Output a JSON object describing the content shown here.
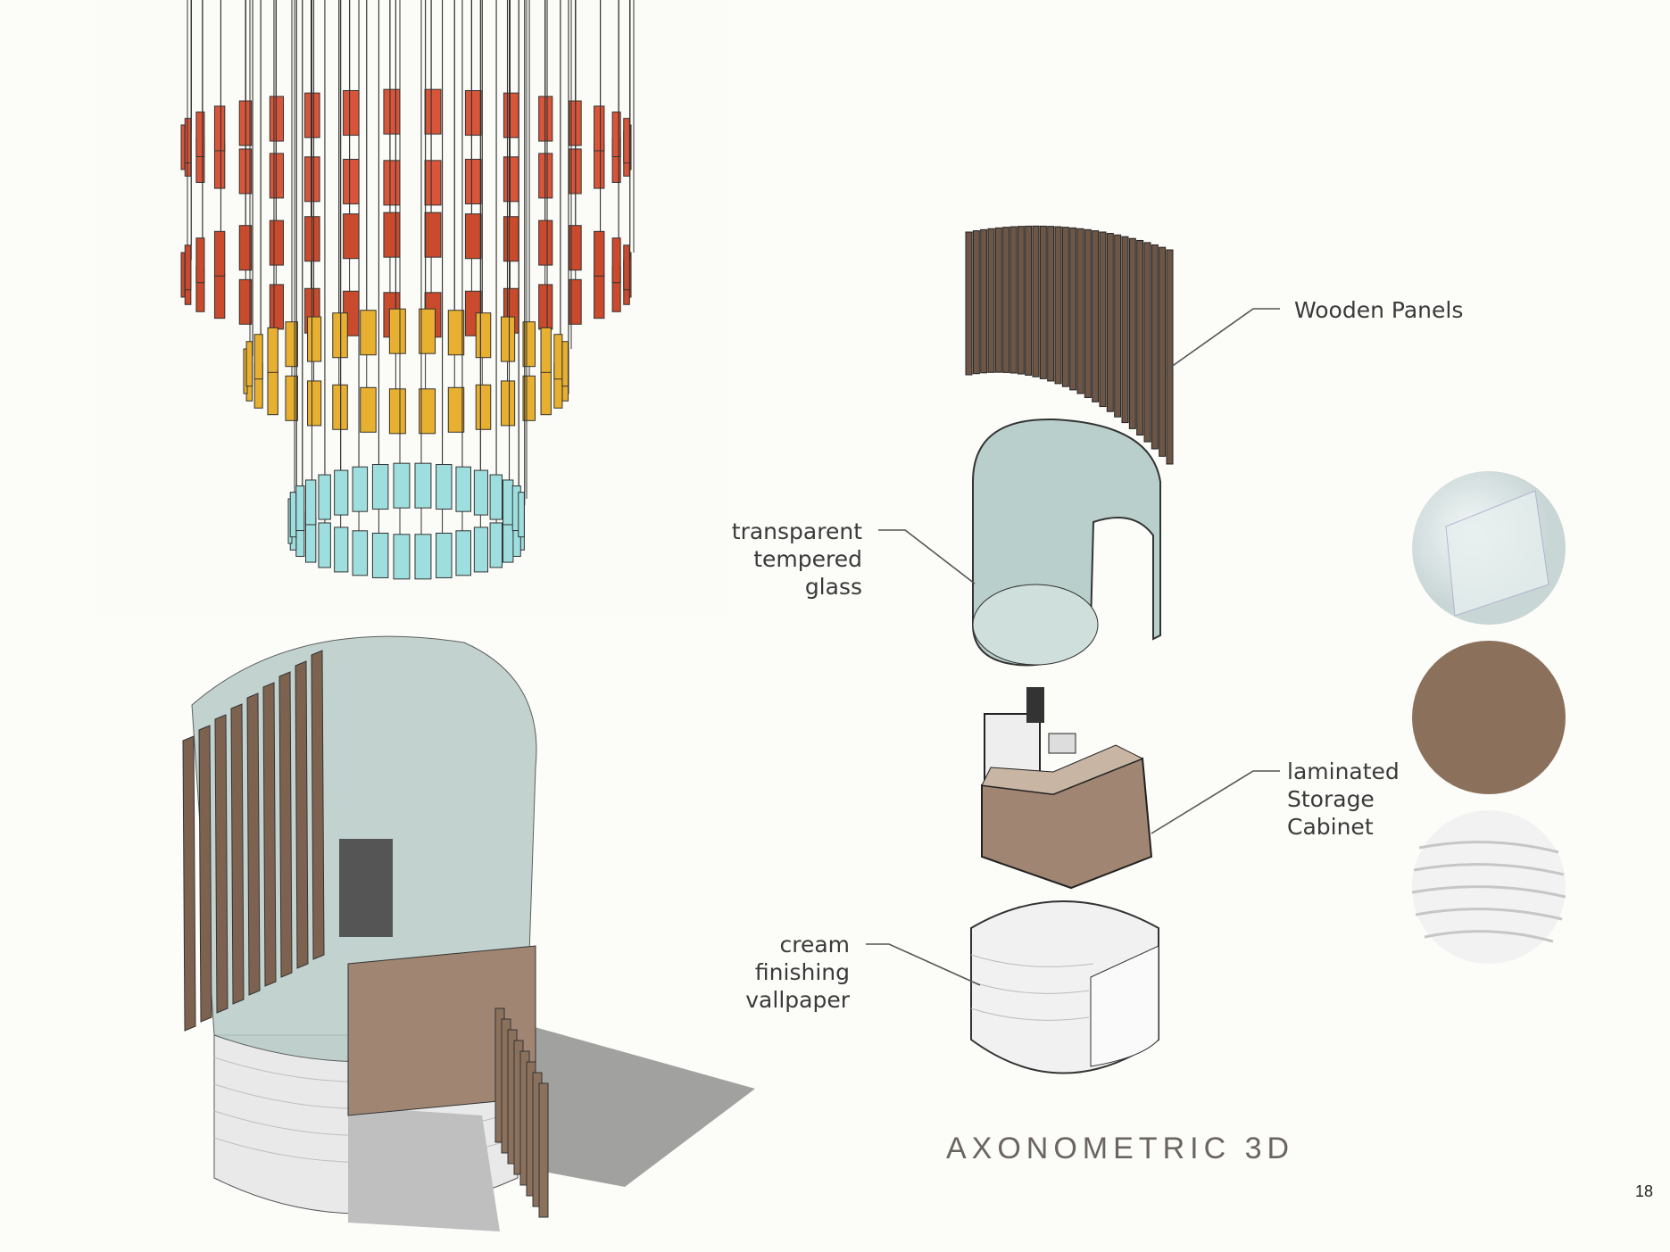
{
  "title": "AXONOMETRIC 3D",
  "page_number": "18",
  "callouts": {
    "wooden_panels": "Wooden Panels",
    "glass": [
      "transparent",
      "tempered",
      "glass"
    ],
    "cabinet": [
      "laminated",
      "Storage",
      "Cabinet"
    ],
    "wallpaper": [
      "cream",
      "finishing",
      "vallpaper"
    ]
  },
  "colors": {
    "background": "#fcfcf9",
    "wood": "#8b715c",
    "glass": "#b9cfcb",
    "title": "#6b6560"
  }
}
